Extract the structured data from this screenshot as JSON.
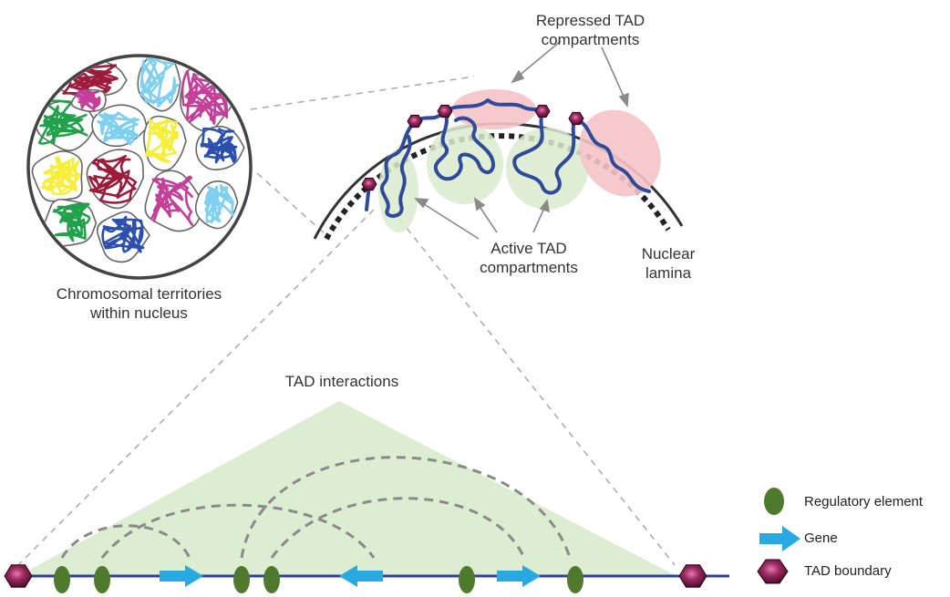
{
  "labels": {
    "repressed": [
      "Repressed TAD",
      "compartments"
    ],
    "active": [
      "Active TAD",
      "compartments"
    ],
    "lamina": [
      "Nuclear",
      "lamina"
    ],
    "territories": [
      "Chromosomal territories",
      "within nucleus"
    ],
    "interactions": "TAD interactions"
  },
  "legend": [
    {
      "label": "Regulatory element",
      "icon": "ellipse-icon"
    },
    {
      "label": "Gene",
      "icon": "arrow-icon"
    },
    {
      "label": "TAD boundary",
      "icon": "hexagon-icon"
    }
  ],
  "colors": {
    "chromatin": "#2f4a9a",
    "active_fill": "#d9ebcc",
    "repressed_fill": "#f5c3c8",
    "regulatory": "#4f7a2e",
    "gene": "#29a9e1",
    "boundary": "#7a1d4a",
    "territory_colors": [
      "#9c1b3a",
      "#7fd0f0",
      "#c43f9a",
      "#21a24a",
      "#f7ee3a",
      "#2b4fae"
    ]
  }
}
